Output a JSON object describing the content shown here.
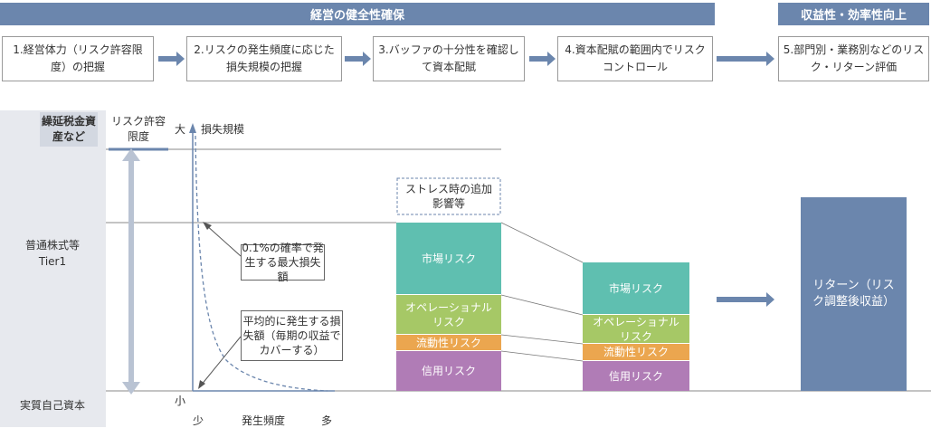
{
  "banners": {
    "soundness": "経営の健全性確保",
    "profitability": "収益性・効率性向上"
  },
  "steps": [
    "1.経営体力（リスク許容限度）の把握",
    "2.リスクの発生頻度に応じた損失規模の把握",
    "3.バッファの十分性を確認して資本配賦",
    "4.資本配賦の範囲内でリスクコントロール",
    "5.部門別・業務別などのリスク・リターン評価"
  ],
  "left_labels": {
    "deferred_tax": "繰延税金資産など",
    "common_equity": "普通株式等Tier1",
    "real_capital": "実質自己資本"
  },
  "risk_tolerance": "リスク許容限度",
  "axis": {
    "y_label": "損失規模",
    "y_high": "大",
    "y_low": "小",
    "x_label": "発生頻度",
    "x_low": "少",
    "x_high": "多"
  },
  "callouts": {
    "max_loss": "0.1%の確率で発生する最大損失額",
    "avg_loss": "平均的に発生する損失額（毎期の収益でカバーする）",
    "stress": "ストレス時の追加影響等"
  },
  "stack_left": {
    "market": "市場リスク",
    "operational": "オペレーショナルリスク",
    "liquidity": "流動性リスク",
    "credit": "信用リスク"
  },
  "stack_right": {
    "market": "市場リスク",
    "operational": "オペレーショナルリスク",
    "liquidity": "流動性リスク",
    "credit": "信用リスク"
  },
  "return_box": "リターン（リスク調整後収益）",
  "colors": {
    "banner": "#6b86ad",
    "market": "#5fbfb0",
    "operational": "#a6c866",
    "liquidity": "#eba64f",
    "credit": "#b07cb6",
    "return": "#6b86ad",
    "arrow": "#6b86ad"
  }
}
